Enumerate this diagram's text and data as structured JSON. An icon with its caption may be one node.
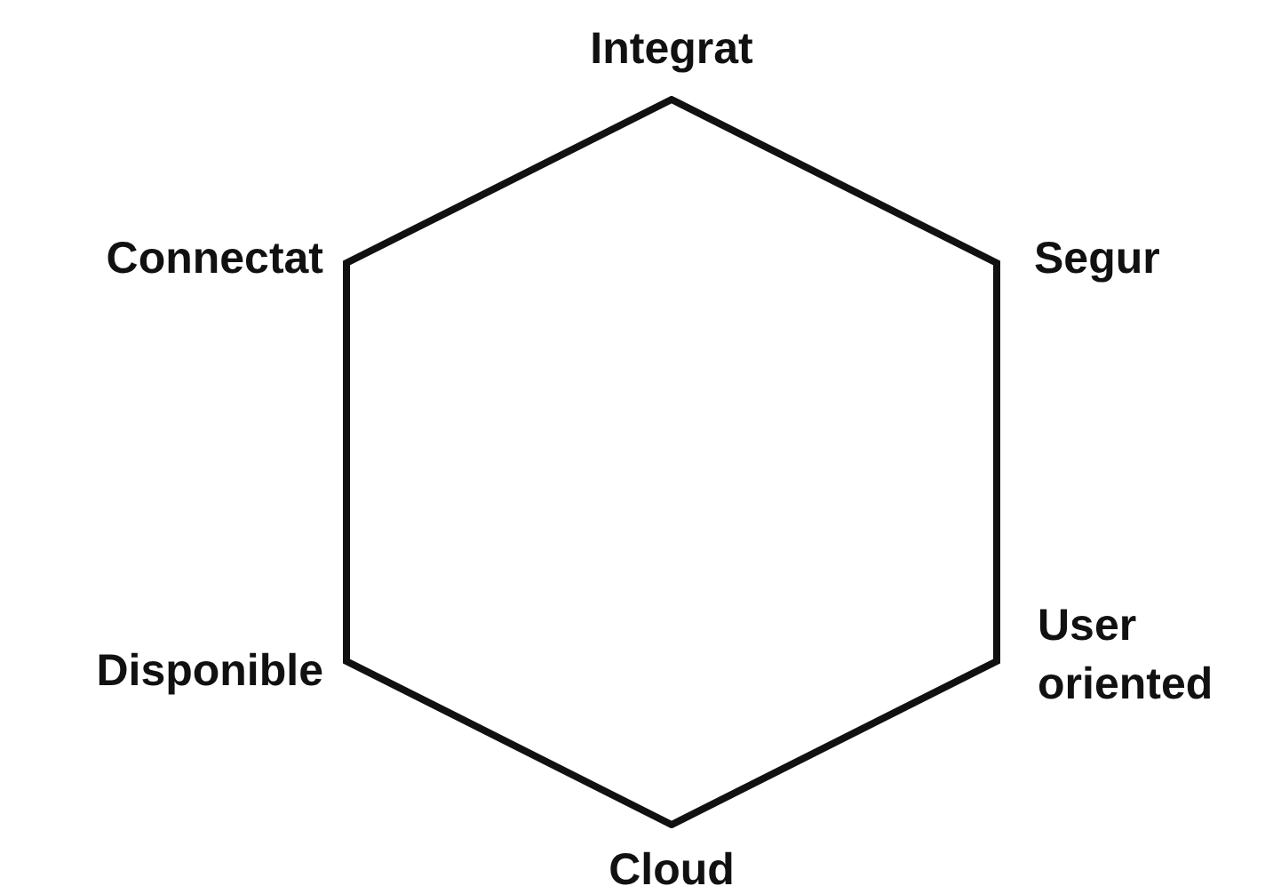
{
  "diagram": {
    "nodes": [
      {
        "text": [],
        "shape": "hexagon"
      }
    ],
    "labels": [
      "Integrat",
      "Connectat",
      "Segur",
      "Disponible",
      "User oriented",
      "Cloud"
    ]
  }
}
